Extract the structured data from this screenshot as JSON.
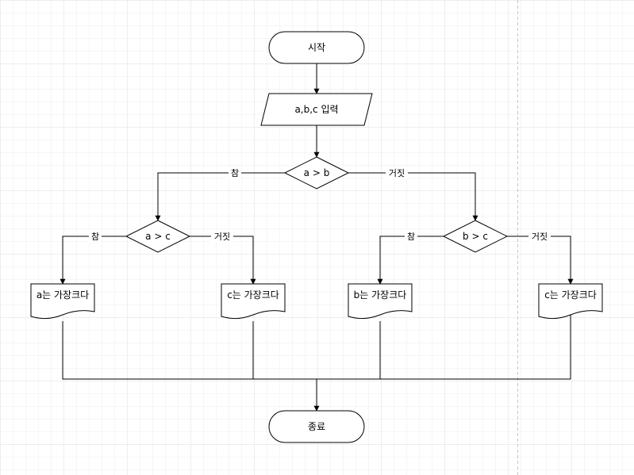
{
  "colors": {
    "stroke": "#000000",
    "fill": "#ffffff",
    "grid_minor": "#eeeeee",
    "grid_major": "#dcdcdc",
    "page_break": "#c8c8c8"
  },
  "nodes": {
    "start": "시작",
    "input": "a,b,c 입력",
    "cond_ab": "a > b",
    "cond_ac": "a > c",
    "cond_bc": "b > c",
    "out_a": "a는 가장크다",
    "out_c1": "c는 가장크다",
    "out_b": "b는 가장크다",
    "out_c2": "c는 가장크다",
    "end": "종료"
  },
  "labels": {
    "ab_true": "참",
    "ab_false": "거짓",
    "ac_true": "참",
    "ac_false": "거짓",
    "bc_true": "참",
    "bc_false": "거짓"
  }
}
